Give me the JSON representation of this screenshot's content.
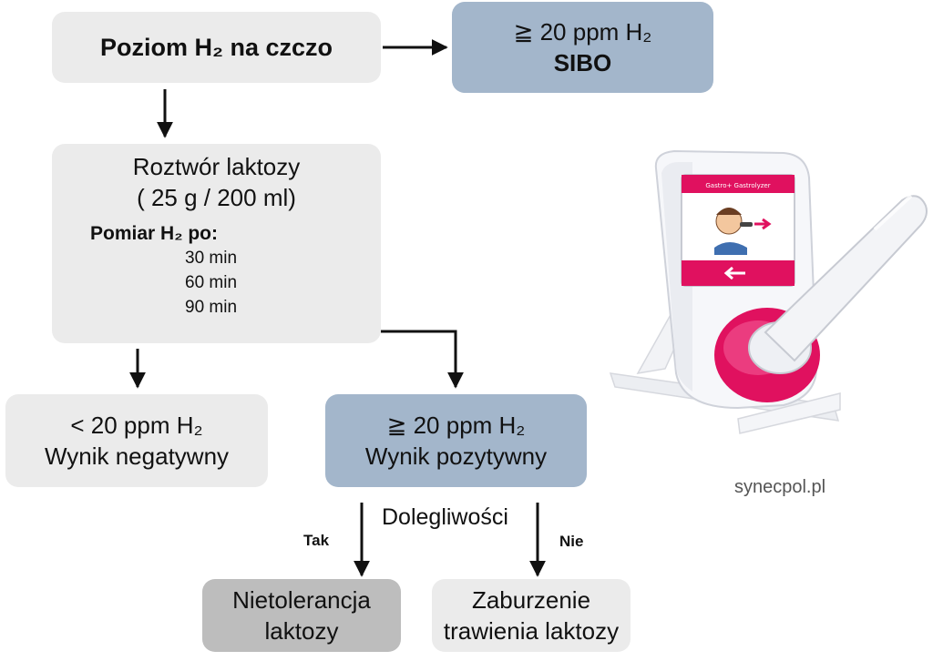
{
  "nodes": {
    "fasting": {
      "text": "Poziom H₂ na czczo"
    },
    "sibo": {
      "line1": "≧ 20 ppm H₂",
      "line2": "SIBO"
    },
    "lactose": {
      "line1": "Roztwór laktozy",
      "line2": "( 25 g / 200 ml)",
      "measure_label": "Pomiar H₂ po:",
      "times": [
        "30 min",
        "60 min",
        "90 min"
      ]
    },
    "negative": {
      "line1": "< 20 ppm H₂",
      "line2": "Wynik negatywny"
    },
    "positive": {
      "line1": "≧ 20 ppm H₂",
      "line2": "Wynik pozytywny"
    },
    "intolerance": {
      "line1": "Nietolerancja",
      "line2": "laktozy"
    },
    "malabsorption": {
      "line1": "Zaburzenie",
      "line2": "trawienia laktozy"
    }
  },
  "edges": {
    "symptoms_label": "Dolegliwości",
    "yes_label": "Tak",
    "no_label": "Nie"
  },
  "image": {
    "credit": "synecpol.pl",
    "device_screen_header": "Gastro+ Gastrolyzer"
  },
  "colors": {
    "light_box": "#ebebeb",
    "blue_box": "#a3b6cb",
    "dark_box": "#bdbdbd",
    "device_pink": "#e0115f"
  }
}
